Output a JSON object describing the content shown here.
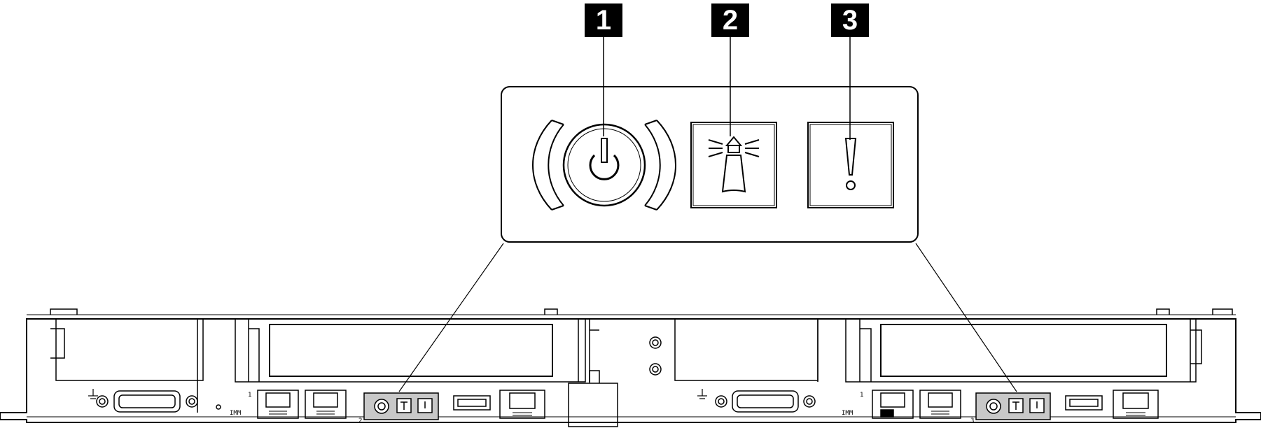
{
  "callouts": [
    {
      "number": "1",
      "target": "power-button"
    },
    {
      "number": "2",
      "target": "identification-led"
    },
    {
      "number": "3",
      "target": "system-error-led"
    }
  ],
  "chassis": {
    "left_node": {
      "management_label": "IMM",
      "port_labels": [
        "1",
        "2"
      ]
    },
    "right_node": {
      "management_label": "IMM",
      "port_labels": [
        "1",
        "3"
      ]
    }
  },
  "icons": {
    "power": "power-icon",
    "identification": "lighthouse-icon",
    "error": "exclamation-icon"
  }
}
